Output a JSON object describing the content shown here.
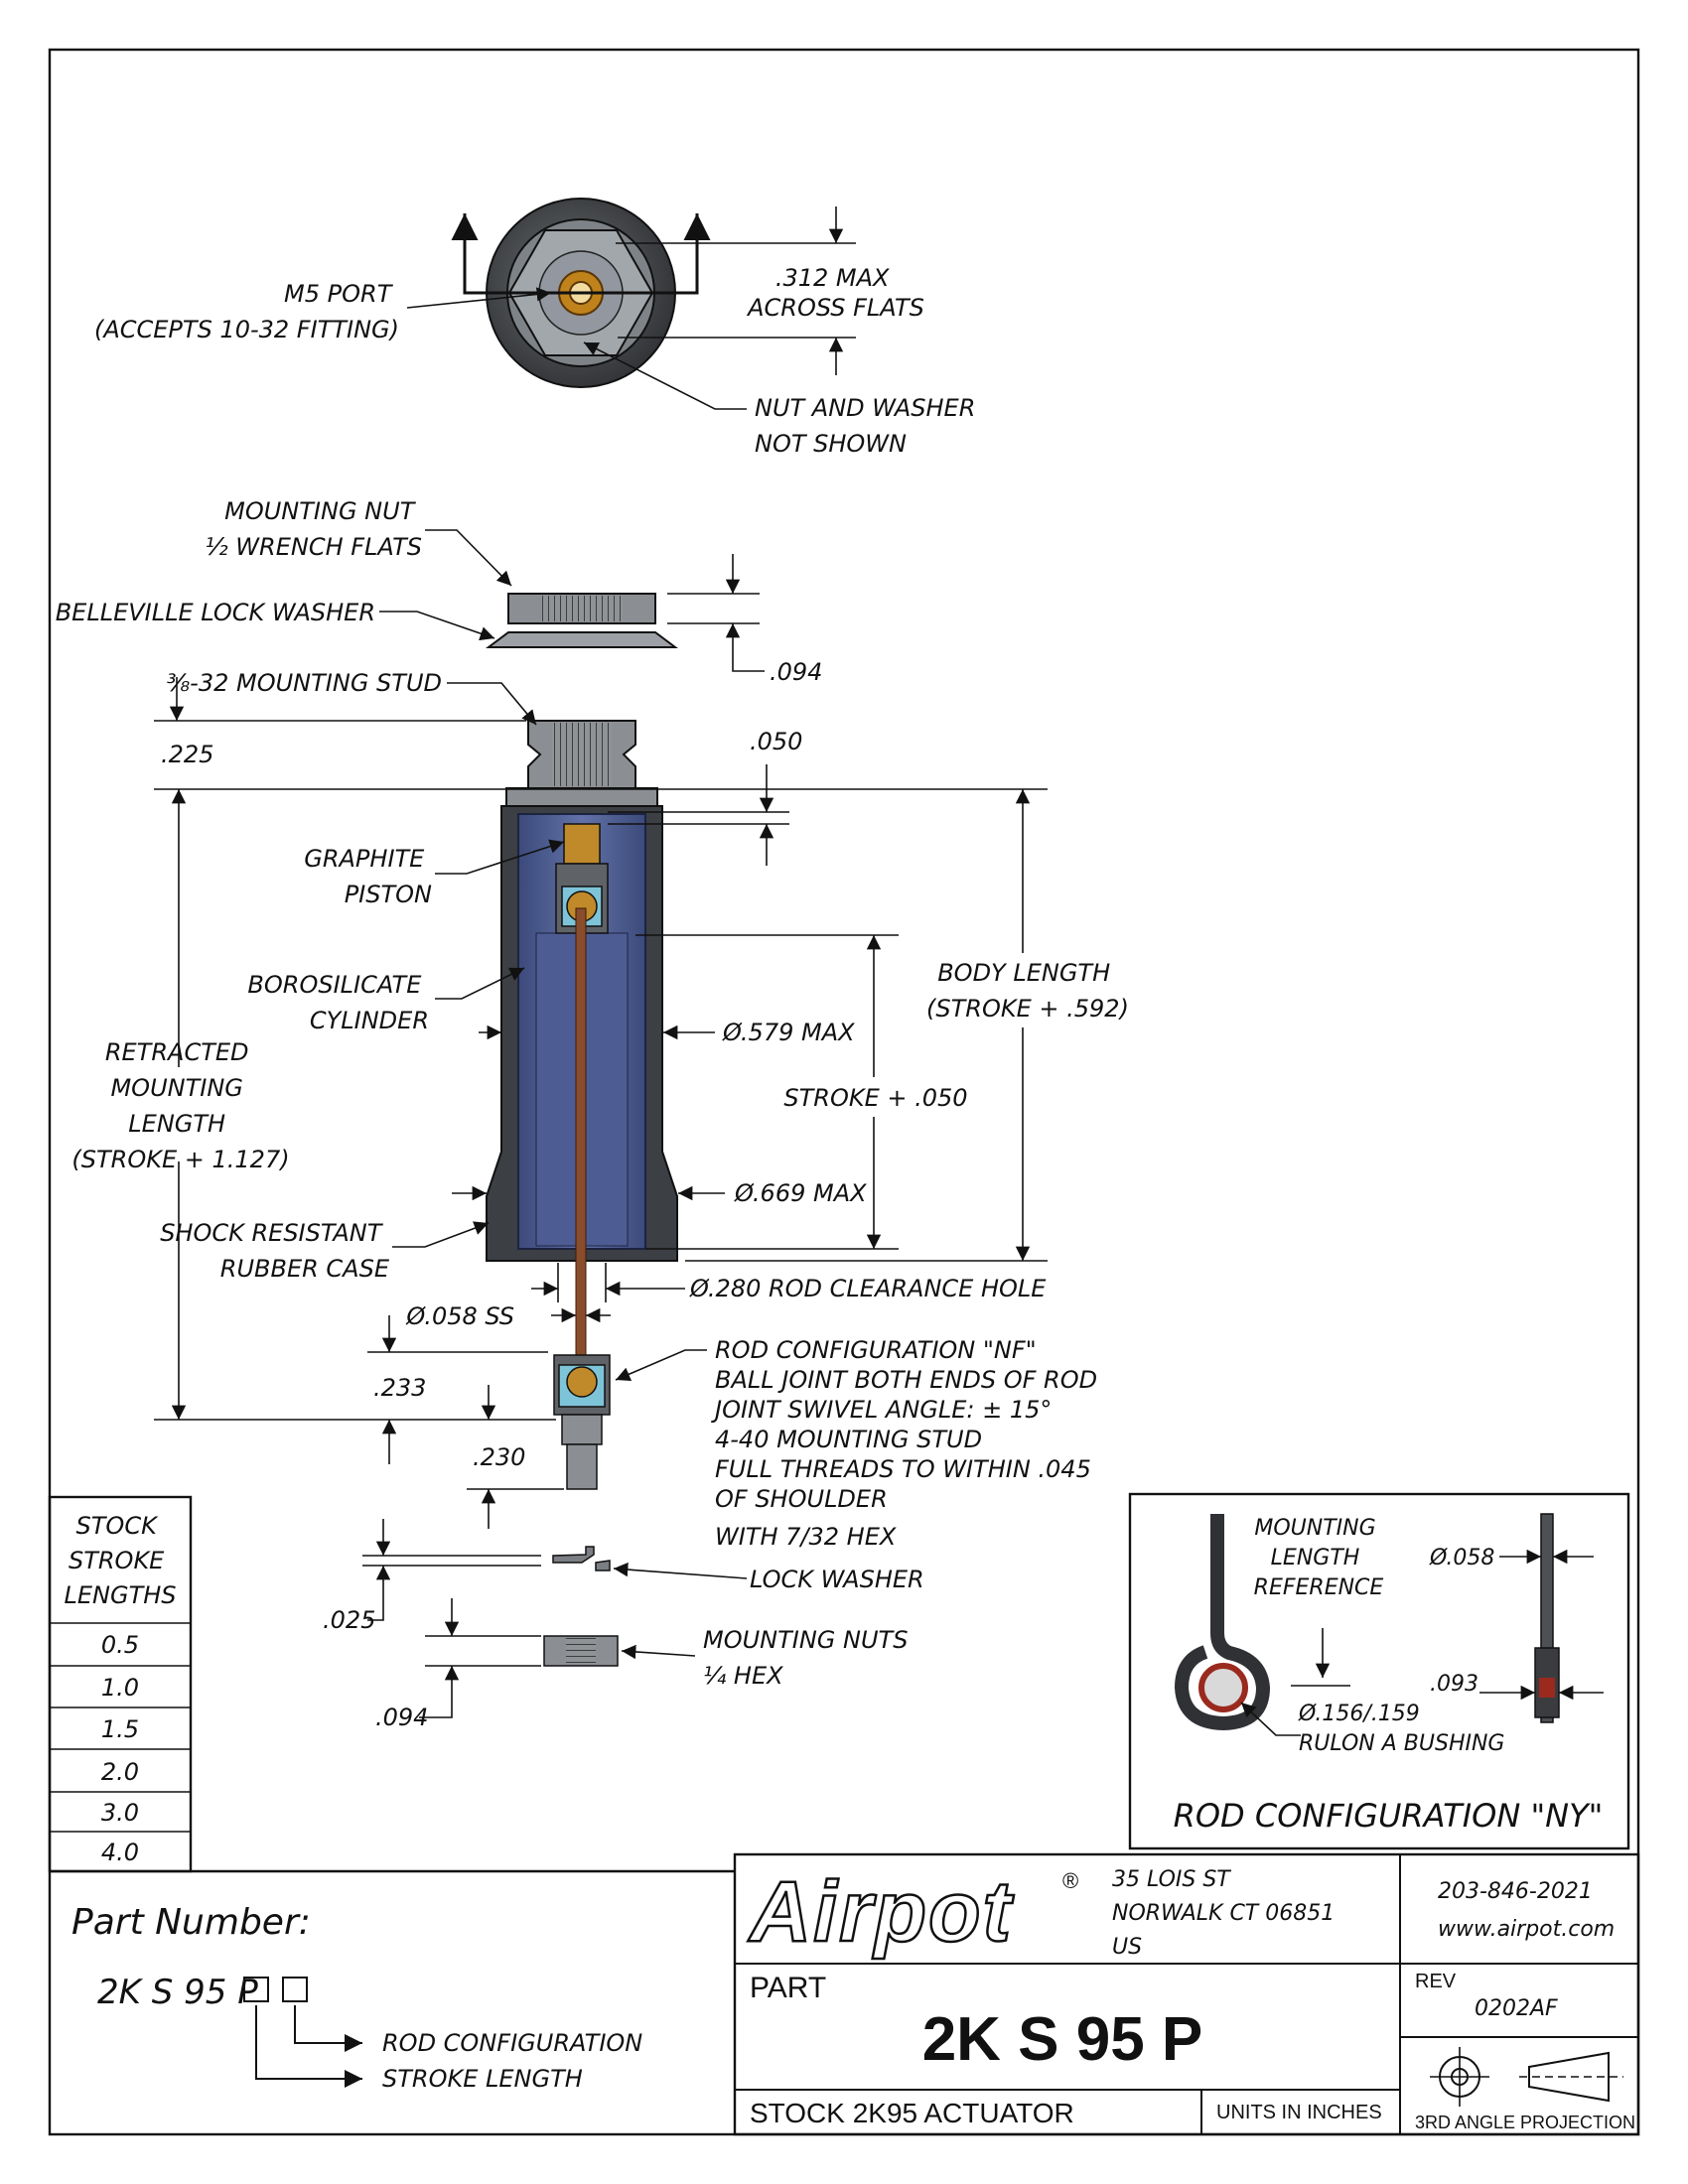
{
  "top_view": {
    "m5_port": [
      "M5 PORT",
      "(ACCEPTS 10-32 FITTING)"
    ],
    "across_flats": [
      ".312 MAX",
      "ACROSS FLATS"
    ],
    "nut_washer": [
      "NUT AND WASHER",
      "NOT SHOWN"
    ]
  },
  "side_view": {
    "mounting_nut": [
      "MOUNTING NUT",
      "½ WRENCH FLATS"
    ],
    "belleville": "BELLEVILLE LOCK WASHER",
    "dim_094_top": ".094",
    "stud": "⅜-32 MOUNTING STUD",
    "dim_225": ".225",
    "dim_050": ".050",
    "graphite": [
      "GRAPHITE",
      "PISTON"
    ],
    "borosilicate": [
      "BOROSILICATE",
      "CYLINDER"
    ],
    "body_length": [
      "BODY LENGTH",
      "(STROKE + .592)"
    ],
    "dia_579": "Ø.579 MAX",
    "retracted": [
      "RETRACTED",
      "MOUNTING",
      "LENGTH",
      "(STROKE + 1.127)"
    ],
    "stroke": "STROKE + .050",
    "dia_669": "Ø.669 MAX",
    "shock": [
      "SHOCK RESISTANT",
      "RUBBER CASE"
    ],
    "rod_clearance": "Ø.280 ROD CLEARANCE HOLE",
    "dia_058_ss": "Ø.058 SS",
    "rod_config_nf": [
      "ROD CONFIGURATION \"NF\"",
      "BALL JOINT BOTH ENDS OF ROD",
      "JOINT SWIVEL ANGLE: ± 15°",
      "4-40 MOUNTING STUD",
      "FULL THREADS TO WITHIN .045",
      "OF SHOULDER",
      "WITH 7/32 HEX"
    ],
    "dim_233": ".233",
    "dim_230": ".230",
    "lock_washer": "LOCK WASHER",
    "dim_025": ".025",
    "mounting_nuts": [
      "MOUNTING NUTS",
      "¼ HEX"
    ],
    "dim_094_bottom": ".094"
  },
  "stroke_table": {
    "header": [
      "STOCK",
      "STROKE",
      "LENGTHS"
    ],
    "rows": [
      "0.5",
      "1.0",
      "1.5",
      "2.0",
      "3.0",
      "4.0"
    ]
  },
  "ny_box": {
    "ref": [
      "MOUNTING",
      "LENGTH",
      "REFERENCE"
    ],
    "dia_058": "Ø.058",
    "dim_093": ".093",
    "bushing": [
      "Ø.156/.159",
      "RULON A BUSHING"
    ],
    "title": "ROD CONFIGURATION \"NY\""
  },
  "part_number": {
    "label": "Part Number:",
    "code": "2K S 95 P",
    "rod_config": "ROD CONFIGURATION",
    "stroke_length": "STROKE LENGTH"
  },
  "title_block": {
    "logo": "Airpot",
    "registered": "®",
    "address": [
      "35 LOIS ST",
      "NORWALK CT 06851",
      "US"
    ],
    "phone": "203-846-2021",
    "web": "www.airpot.com",
    "part_label": "PART",
    "part_no": "2K S 95 P",
    "rev_label": "REV",
    "rev": "0202AF",
    "description": "STOCK 2K95 ACTUATOR",
    "units": "UNITS IN INCHES",
    "projection": "3RD ANGLE PROJECTION"
  }
}
